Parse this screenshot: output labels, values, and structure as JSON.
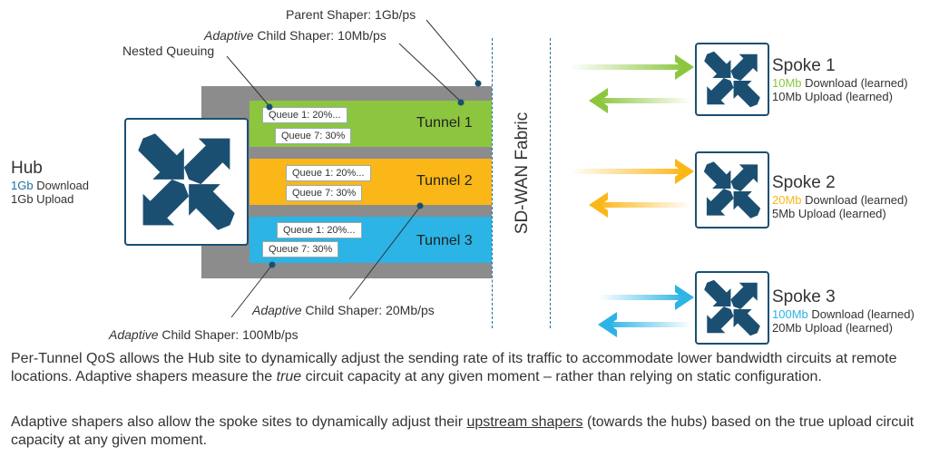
{
  "hub": {
    "title": "Hub",
    "download_value": "1Gb",
    "download_label": " Download",
    "upload": "1Gb Upload"
  },
  "labels": {
    "parent_shaper": "Parent Shaper: 1Gb/ps",
    "adaptive_word": "Adaptive",
    "child_10": " Child Shaper: 10Mb/ps",
    "nested": "Nested Queuing",
    "child_20": " Child Shaper: 20Mb/ps",
    "child_100": " Child Shaper: 100Mb/ps",
    "fabric": "SD-WAN Fabric"
  },
  "tunnels": [
    {
      "name": "Tunnel 1",
      "color": "#8cc63f",
      "q1": "Queue 1: 20%...",
      "q7": "Queue 7: 30%"
    },
    {
      "name": "Tunnel 2",
      "color": "#fbb617",
      "q1": "Queue 1: 20%...",
      "q7": "Queue 7: 30%"
    },
    {
      "name": "Tunnel 3",
      "color": "#2bb4e5",
      "q1": "Queue 1: 20%...",
      "q7": "Queue 7: 30%"
    }
  ],
  "spokes": [
    {
      "title": "Spoke 1",
      "dl_value": "10Mb",
      "dl_label": " Download (learned)",
      "upload": "10Mb Upload (learned)",
      "color": "#8cc63f"
    },
    {
      "title": "Spoke 2",
      "dl_value": "20Mb",
      "dl_label": " Download (learned)",
      "upload": "5Mb Upload (learned)",
      "color": "#fbb617"
    },
    {
      "title": "Spoke 3",
      "dl_value": "100Mb",
      "dl_label": " Download (learned)",
      "upload": "20Mb Upload (learned)",
      "color": "#2bb4e5"
    }
  ],
  "colors": {
    "accent_blue": "#1b4f72",
    "highlight_blue": "#1d6fa5",
    "gray_band": "#8c8c8c"
  },
  "paragraph1": {
    "a": "Per-Tunnel QoS allows the Hub site to dynamically adjust the sending rate of its traffic to accommodate lower bandwidth circuits at remote locations. Adaptive shapers measure the ",
    "em": "true",
    "b": " circuit capacity at any given moment – rather than relying on static configuration."
  },
  "paragraph2": {
    "a": "Adaptive shapers also allow the spoke sites to dynamically adjust their ",
    "u": "upstream shapers",
    "b": " (towards the hubs) based on the true upload circuit capacity at any given moment."
  }
}
